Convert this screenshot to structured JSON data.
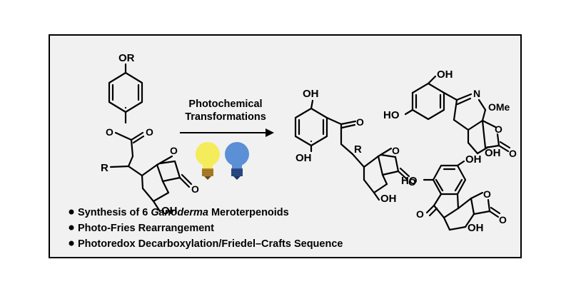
{
  "graphic": {
    "arrow_label_line1": "Photochemical",
    "arrow_label_line2": "Transformations",
    "bulb_yellow_color": "#f4ec5a",
    "bulb_blue_color": "#5b8fd6"
  },
  "bullets": [
    {
      "prefix": "Synthesis of 6 ",
      "emphasis": "Ganoderma",
      "suffix": " Meroterpenoids"
    },
    {
      "prefix": "Photo-Fries Rearrangement",
      "emphasis": "",
      "suffix": ""
    },
    {
      "prefix": "Photoredox Decarboxylation/Friedel–Crafts Sequence",
      "emphasis": "",
      "suffix": ""
    }
  ],
  "structures": {
    "start": {
      "or": "OR",
      "r": "R",
      "oh": "OH"
    },
    "product": {
      "oh1": "OH",
      "oh2": "OH",
      "r": "R",
      "oh3": "OH"
    },
    "upper_right": {
      "oh1": "OH",
      "ho": "HO",
      "n": "N",
      "ome": "OMe",
      "oh2": "OH"
    },
    "lower_right": {
      "ho": "HO",
      "oh1": "OH",
      "oh2": "OH"
    }
  }
}
